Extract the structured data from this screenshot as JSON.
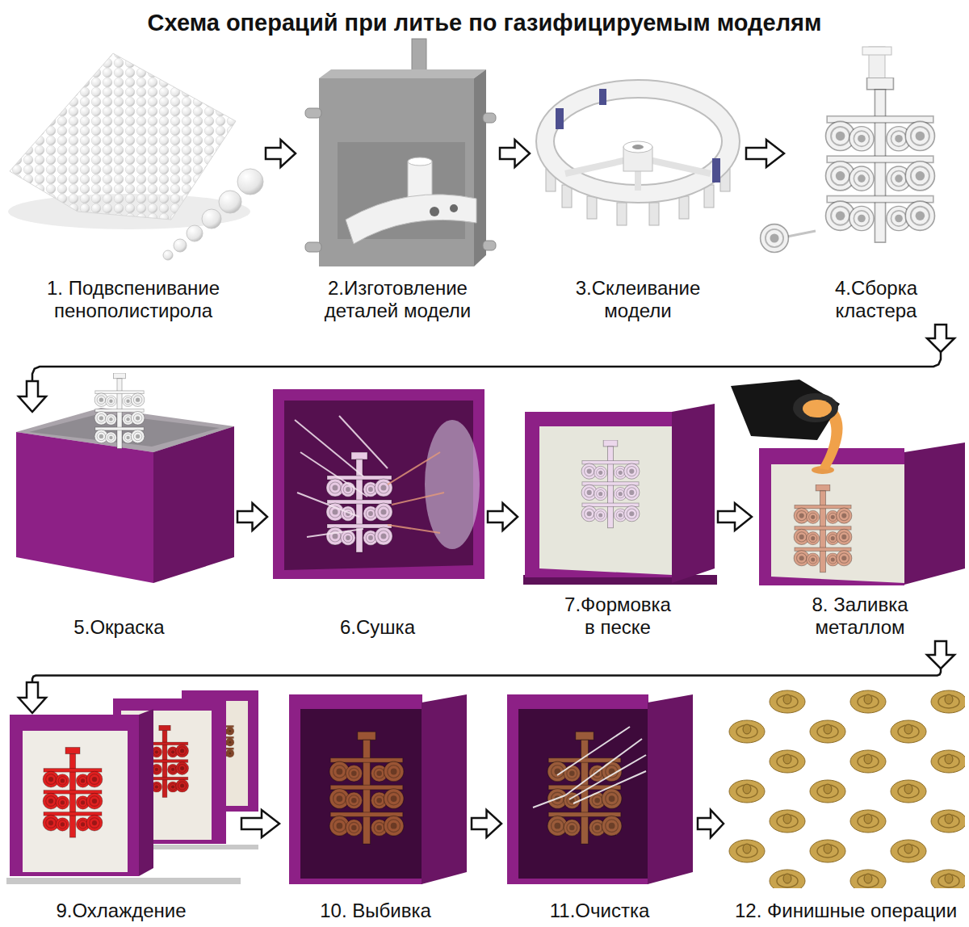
{
  "diagram": {
    "title": "Схема операций при литье по газифицируемым моделям",
    "nodes": [
      {
        "text": [
          "1. Подвспенивание пенополистирола"
        ]
      },
      {
        "text": [
          "2.Изготовление деталей модели"
        ]
      },
      {
        "text": [
          "3.Склеивание модели"
        ]
      },
      {
        "text": [
          "4.Сборка кластера"
        ]
      },
      {
        "text": [
          "5.Окраска"
        ]
      },
      {
        "text": [
          "6.Сушка"
        ]
      },
      {
        "text": [
          "7.Формовка в песке"
        ]
      },
      {
        "text": [
          "8. Заливка металлом"
        ]
      },
      {
        "text": [
          "9.Охлаждение"
        ]
      },
      {
        "text": [
          "10. Выбивка"
        ]
      },
      {
        "text": [
          "11.Очистка"
        ]
      },
      {
        "text": [
          "12. Финишные операции"
        ]
      }
    ],
    "edges": [
      {
        "from": 0,
        "to": 1,
        "arrow": "to"
      },
      {
        "from": 1,
        "to": 2,
        "arrow": "to"
      },
      {
        "from": 2,
        "to": 3,
        "arrow": "to"
      },
      {
        "from": 3,
        "to": 4,
        "arrow": "to"
      },
      {
        "from": 4,
        "to": 5,
        "arrow": "to"
      },
      {
        "from": 5,
        "to": 6,
        "arrow": "to"
      },
      {
        "from": 6,
        "to": 7,
        "arrow": "to"
      },
      {
        "from": 7,
        "to": 8,
        "arrow": "to"
      },
      {
        "from": 8,
        "to": 9,
        "arrow": "to"
      },
      {
        "from": 9,
        "to": 10,
        "arrow": "to"
      },
      {
        "from": 10,
        "to": 11,
        "arrow": "to"
      }
    ]
  }
}
